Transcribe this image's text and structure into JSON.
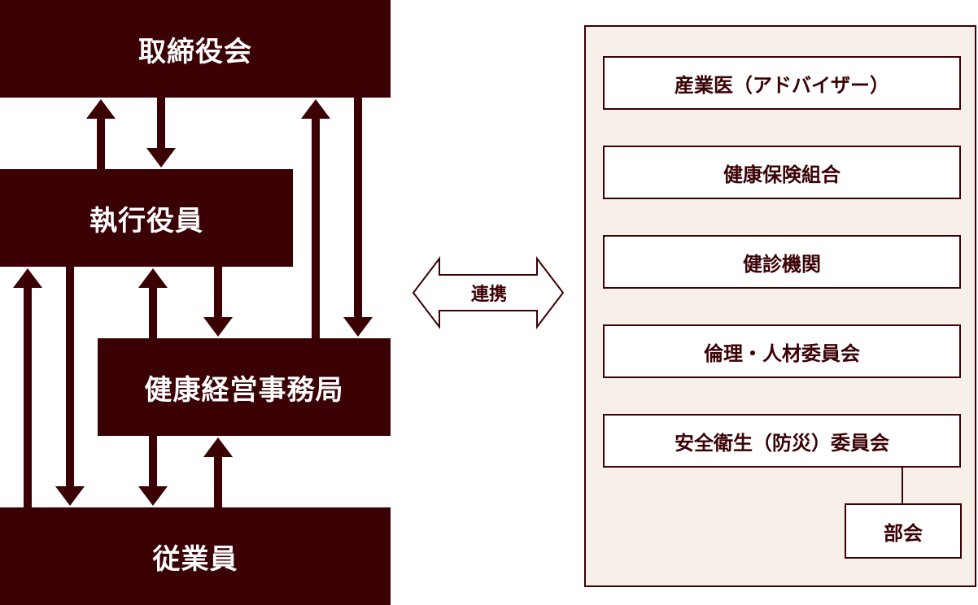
{
  "left_chart": {
    "board": "取締役会",
    "executives": "執行役員",
    "office": "健康経営事務局",
    "employees": "従業員"
  },
  "link_label": "連携",
  "right_panel": {
    "items": [
      "産業医（アドバイザー）",
      "健康保険組合",
      "健診機関",
      "倫理・人材委員会",
      "安全衛生（防災）委員会"
    ],
    "sub_item": "部会"
  },
  "colors": {
    "dark": "#3a0004",
    "panel_bg": "#f6f0e8",
    "box_bg": "#ffffff"
  }
}
